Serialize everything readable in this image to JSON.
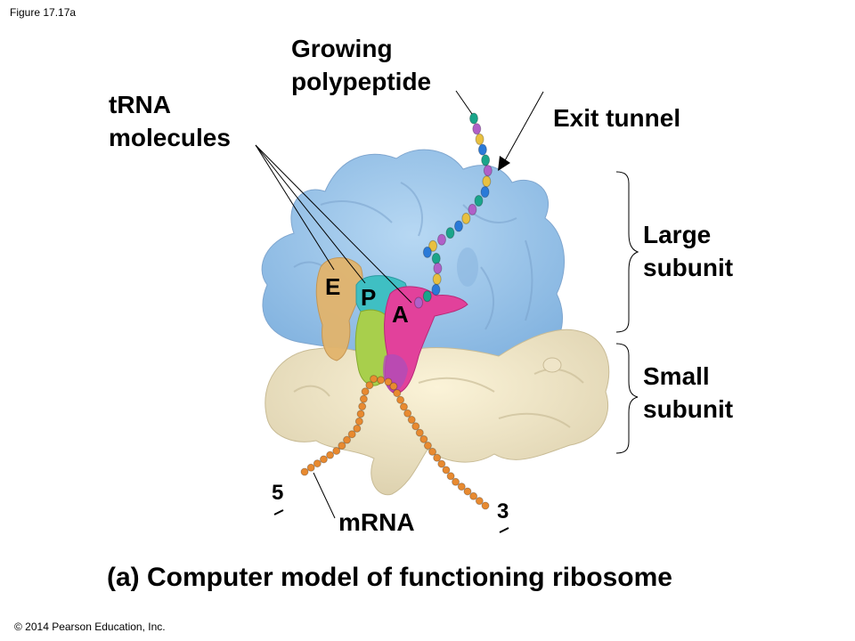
{
  "figure": {
    "figure_number": "Figure 17.17a",
    "copyright": "© 2014 Pearson Education, Inc.",
    "caption": "(a) Computer model of functioning ribosome"
  },
  "labels": {
    "growing_polypeptide_line1": "Growing",
    "growing_polypeptide_line2": "polypeptide",
    "trna_line1": "tRNA",
    "trna_line2": "molecules",
    "exit_tunnel": "Exit tunnel",
    "large_subunit_line1": "Large",
    "large_subunit_line2": "subunit",
    "small_subunit_line1": "Small",
    "small_subunit_line2": "subunit",
    "mrna": "mRNA",
    "five_prime": "5",
    "three_prime": "3",
    "site_e": "E",
    "site_p": "P",
    "site_a": "A"
  },
  "colors": {
    "large_subunit": "#9cc6ea",
    "small_subunit": "#f1e6c2",
    "trna_e": "#e0b46a",
    "trna_p": "#3cc0c0",
    "trna_p_lower": "#a6cf4a",
    "trna_a": "#e0409a",
    "mrna_beads": "#e88a30",
    "polypeptide_beads": [
      "#1aa58a",
      "#b060c8",
      "#e8c040",
      "#2a7ad8"
    ]
  }
}
